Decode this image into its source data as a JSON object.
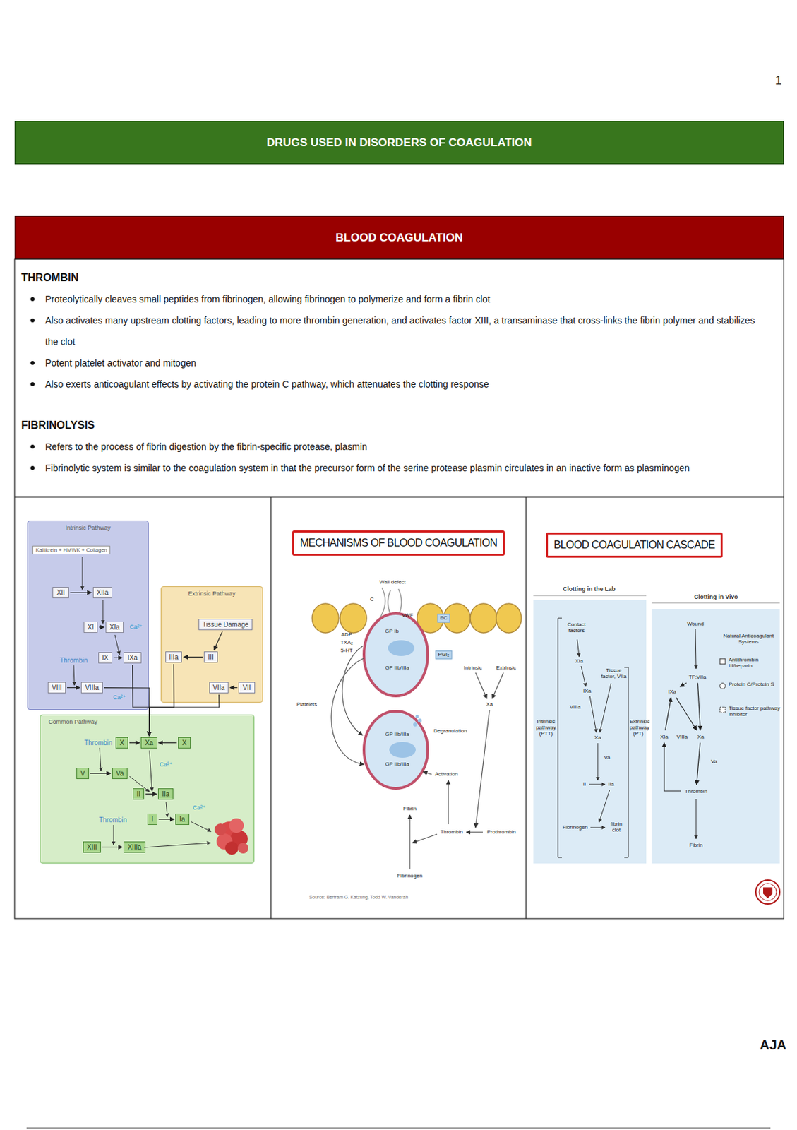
{
  "diagram": {
    "title": "DRUGS USED IN DISORDERS OF COAGULATION",
    "nodes": [
      {
        "text": [
          "BLOOD COAGULATION"
        ]
      },
      {
        "text": [
          "THROMBIN",
          "Proteolytically cleaves small peptides from fibrinogen, allowing fibrinogen to polymerize and form a fibrin clot",
          "Also activates many upstream clotting factors, leading to more thrombin generation, and activates factor XIII, a transaminase that cross-links the fibrin polymer and stabilizes the clot",
          "Potent platelet activator and mitogen",
          "Also exerts anticoagulant effects by activating the protein C pathway, which attenuates the clotting response",
          "FIBRINOLYSIS",
          "Refers to the process of fibrin digestion by the fibrin-specific protease, plasmin",
          "Fibrinolytic system is similar to the coagulation system in that the precursor form of the serine protease plasmin circulates in an inactive form as plasminogen"
        ]
      },
      {
        "text": [
          "Intrinsic Pathway"
        ]
      },
      {
        "text": [
          "Kallikrein + HMWK + Collagen"
        ],
        "in": 2
      },
      {
        "text": [
          "XII"
        ],
        "in": 2
      },
      {
        "text": [
          "XIIa"
        ],
        "in": 2
      },
      {
        "text": [
          "XI"
        ],
        "in": 2
      },
      {
        "text": [
          "XIa"
        ],
        "in": 2
      },
      {
        "text": [
          "IX"
        ],
        "in": 2
      },
      {
        "text": [
          "IXa"
        ],
        "in": 2
      },
      {
        "text": [
          "VIII"
        ],
        "in": 2
      },
      {
        "text": [
          "VIIIa"
        ],
        "in": 2
      },
      {
        "text": [
          "Extrinsic Pathway"
        ]
      },
      {
        "text": [
          "Tissue Damage"
        ],
        "in": 12
      },
      {
        "text": [
          "IIIa"
        ],
        "in": 12
      },
      {
        "text": [
          "III"
        ],
        "in": 12
      },
      {
        "text": [
          "VIIa"
        ],
        "in": 12
      },
      {
        "text": [
          "VII"
        ],
        "in": 12
      },
      {
        "text": [
          "Common Pathway"
        ]
      },
      {
        "text": [
          "X"
        ],
        "in": 18
      },
      {
        "text": [
          "Xa"
        ],
        "in": 18
      },
      {
        "text": [
          "X"
        ],
        "in": 18
      },
      {
        "text": [
          "V"
        ],
        "in": 18
      },
      {
        "text": [
          "Va"
        ],
        "in": 18
      },
      {
        "text": [
          "II"
        ],
        "in": 18
      },
      {
        "text": [
          "IIa"
        ],
        "in": 18
      },
      {
        "text": [
          "I"
        ],
        "in": 18
      },
      {
        "text": [
          "Ia"
        ],
        "in": 18
      },
      {
        "text": [
          "XIII"
        ],
        "in": 18
      },
      {
        "text": [
          "XIIIa"
        ],
        "in": 18
      },
      {
        "text": [
          "MECHANISMS OF BLOOD COAGULATION"
        ]
      },
      {
        "text": [
          "BLOOD COAGULATION CASCADE"
        ]
      },
      {
        "text": [
          "Contact factors"
        ]
      },
      {
        "text": [
          "TF:VIIa"
        ]
      },
      {
        "text": [
          "IXa"
        ]
      },
      {
        "text": [
          "XIa"
        ]
      },
      {
        "text": [
          "VIIIa"
        ]
      },
      {
        "text": [
          "Xa"
        ]
      },
      {
        "text": [
          "Va"
        ]
      },
      {
        "text": [
          "Thrombin"
        ]
      }
    ],
    "edges": [
      {
        "from": 4,
        "to": 5,
        "arrow": "to"
      },
      {
        "from": 6,
        "to": 7,
        "arrow": "to"
      },
      {
        "from": 8,
        "to": 9,
        "arrow": "to"
      },
      {
        "from": 10,
        "to": 11,
        "arrow": "to"
      },
      {
        "from": 13,
        "to": 15,
        "arrow": "to"
      },
      {
        "from": 15,
        "to": 14,
        "arrow": "to"
      },
      {
        "from": 17,
        "to": 16,
        "arrow": "to"
      },
      {
        "from": 9,
        "to": 20,
        "arrow": "to"
      },
      {
        "from": 11,
        "to": 20,
        "arrow": "to"
      },
      {
        "from": 14,
        "to": 20,
        "arrow": "to"
      },
      {
        "from": 16,
        "to": 20,
        "arrow": "to"
      },
      {
        "from": 19,
        "to": 20,
        "arrow": "to"
      },
      {
        "from": 21,
        "to": 20,
        "arrow": "to"
      },
      {
        "from": 22,
        "to": 23,
        "arrow": "to"
      },
      {
        "from": 24,
        "to": 25,
        "arrow": "to"
      },
      {
        "from": 26,
        "to": 27,
        "arrow": "to"
      },
      {
        "from": 28,
        "to": 29,
        "arrow": "to"
      },
      {
        "from": 33,
        "to": 34,
        "arrow": "to"
      },
      {
        "from": 33,
        "to": 37,
        "arrow": "to"
      },
      {
        "from": 34,
        "to": 37,
        "arrow": "to"
      },
      {
        "from": 37,
        "to": 39,
        "arrow": "to"
      },
      {
        "from": 39,
        "to": 35,
        "arrow": "to"
      },
      {
        "from": 35,
        "to": 34,
        "arrow": "to"
      }
    ],
    "labels": [
      "1",
      "Ca²⁺",
      "Thrombin",
      "Ca²⁺",
      "Thrombin",
      "Ca²⁺",
      "Thrombin",
      "Ca²⁺",
      "Wall defect",
      "C",
      "vWF",
      "EC",
      "PGI₂",
      "ADP",
      "TXA₂",
      "5-HT",
      "GP Ib",
      "GP IIb/IIIa",
      "Platelets",
      "Degranulation",
      "GP IIb/IIIa",
      "GP IIb/IIIa",
      "Activation",
      "Intrinsic",
      "Extrinsic",
      "Xa",
      "Fibrin",
      "Thrombin",
      "Prothrombin",
      "Fibrinogen",
      "Source: Bertram G. Katzung, Todd W. Vanderah",
      "Clotting in the Lab",
      "Clotting in Vivo",
      "XIa",
      "IXa",
      "VIIIa",
      "Tissue factor, VIIa",
      "Xa",
      "Va",
      "II",
      "IIa",
      "Fibrinogen",
      "fibrin clot",
      "Intrinsic pathway (PTT)",
      "Extrinsic pathway (PT)",
      "Wound",
      "Fibrin",
      "Natural Anticoagulant Systems",
      "AJA"
    ],
    "legend": [
      {
        "text": "Antithrombin III/heparin"
      },
      {
        "text": "Protein C/Protein S"
      },
      {
        "text": "Tissue factor pathway inhibitor"
      }
    ]
  }
}
